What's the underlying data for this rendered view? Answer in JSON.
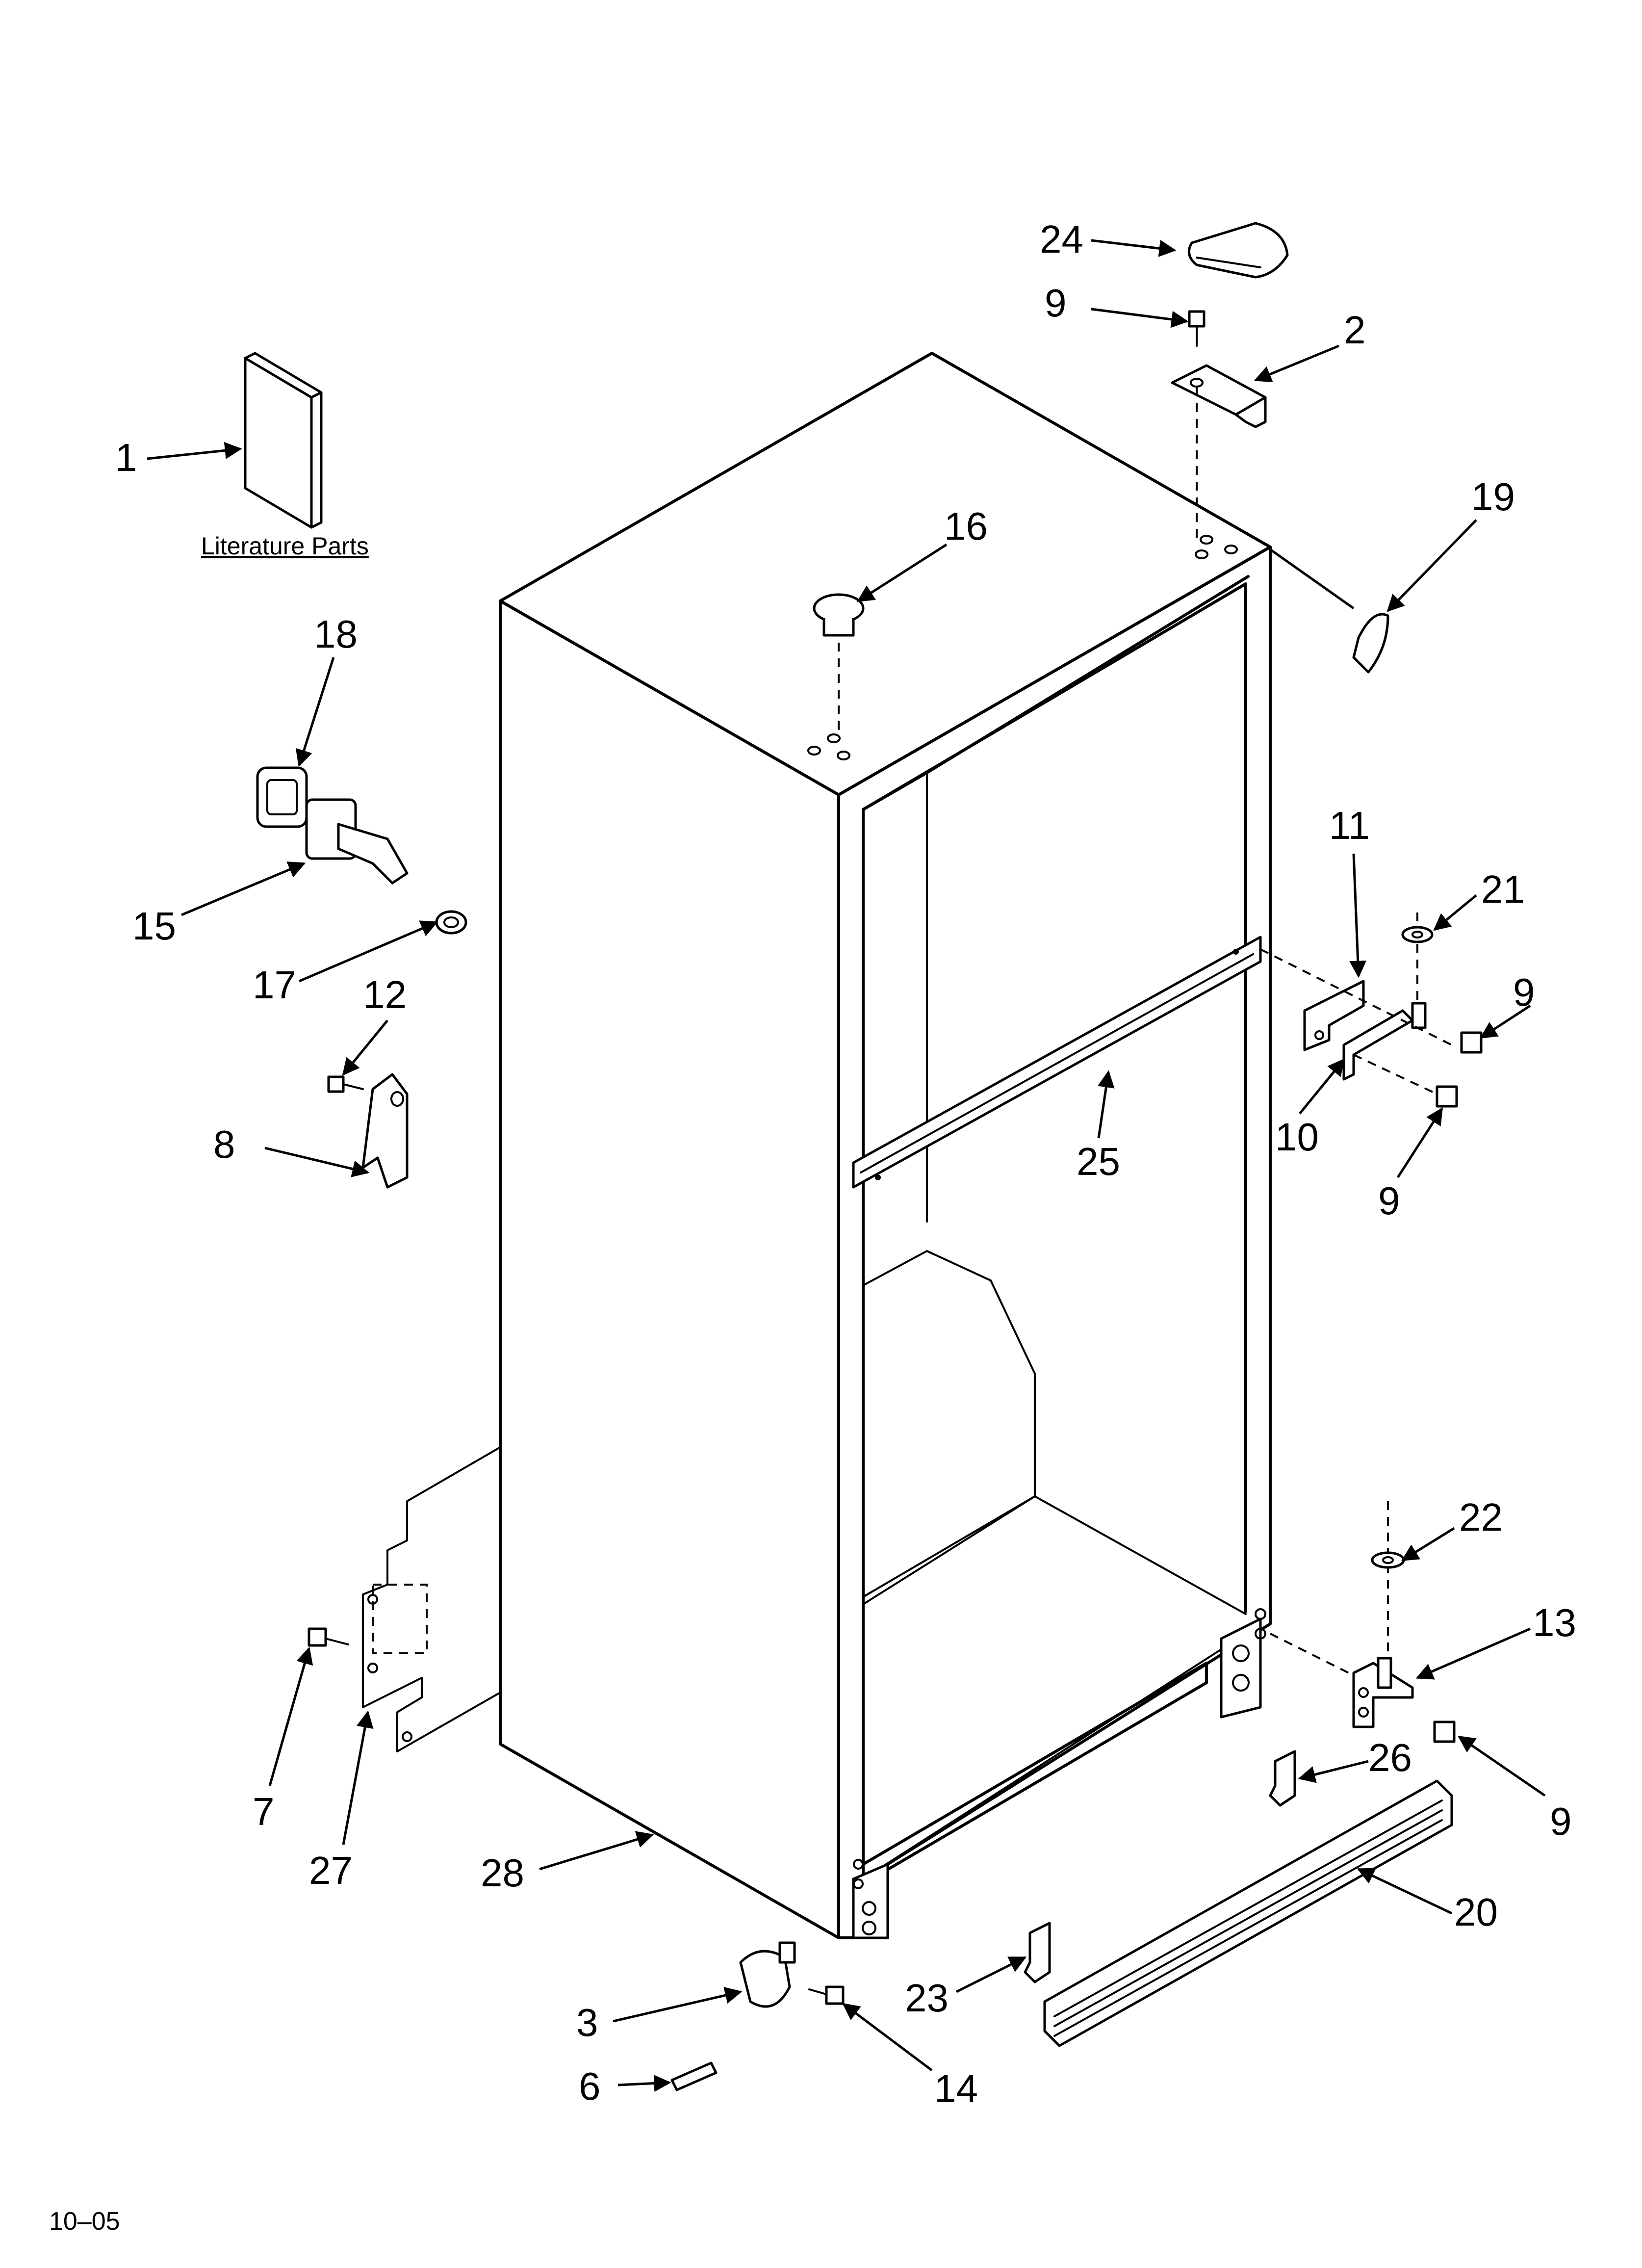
{
  "literature_label": "Literature Parts",
  "page_code": "10–05",
  "callouts": {
    "c1": "1",
    "c2": "2",
    "c3": "3",
    "c6": "6",
    "c7": "7",
    "c8": "8",
    "c9a": "9",
    "c9b": "9",
    "c9c": "9",
    "c9d": "9",
    "c10": "10",
    "c11": "11",
    "c12": "12",
    "c13": "13",
    "c14": "14",
    "c15": "15",
    "c16": "16",
    "c17": "17",
    "c18": "18",
    "c19": "19",
    "c20": "20",
    "c21": "21",
    "c22": "22",
    "c23": "23",
    "c24": "24",
    "c25": "25",
    "c26": "26",
    "c27": "27",
    "c28": "28"
  }
}
